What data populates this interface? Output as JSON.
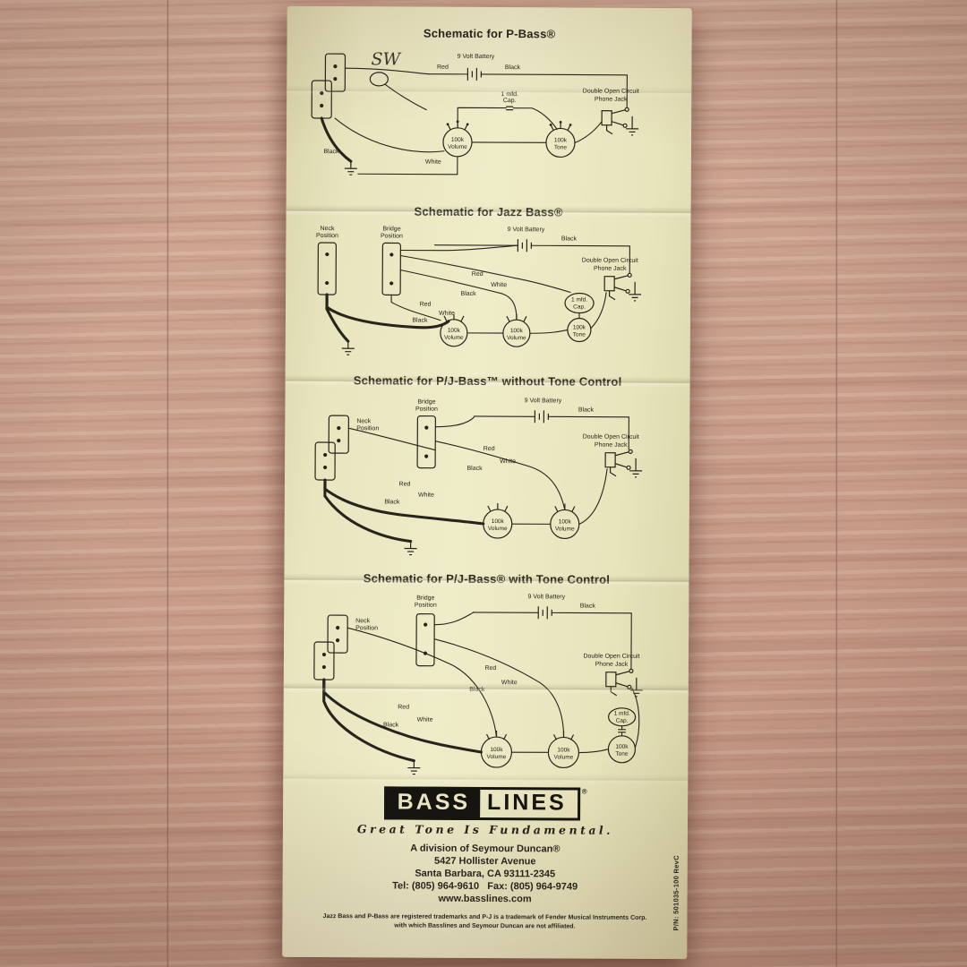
{
  "schematics": [
    {
      "title": "Schematic for P-Bass®",
      "handwritten": "SW",
      "labels": {
        "battery": "9 Volt Battery",
        "red": "Red",
        "black_battery": "Black",
        "jack_line1": "Double Open Circuit",
        "jack_line2": "Phone Jack",
        "cap_line1": "1 mfd.",
        "cap_line2": "Cap.",
        "vol_value": "100k",
        "vol_label": "Volume",
        "tone_value": "100k",
        "tone_label": "Tone",
        "white": "White",
        "black": "Black"
      }
    },
    {
      "title": "Schematic for Jazz Bass®",
      "labels": {
        "neck_line1": "Neck",
        "neck_line2": "Position",
        "bridge_line1": "Bridge",
        "bridge_line2": "Position",
        "battery": "9 Volt Battery",
        "black_battery": "Black",
        "jack_line1": "Double Open Circuit",
        "jack_line2": "Phone Jack",
        "red1": "Red",
        "white1": "White",
        "black1": "Black",
        "red2": "Red",
        "white2": "White",
        "black2": "Black",
        "vol1_value": "100k",
        "vol1_label": "Volume",
        "vol2_value": "100k",
        "vol2_label": "Volume",
        "tone_value": "100k",
        "tone_label": "Tone",
        "cap_line1": "1 mfd.",
        "cap_line2": "Cap."
      }
    },
    {
      "title": "Schematic for P/J-Bass™ without Tone Control",
      "labels": {
        "neck_line1": "Neck",
        "neck_line2": "Position",
        "bridge_line1": "Bridge",
        "bridge_line2": "Position",
        "battery": "9 Volt Battery",
        "black_battery": "Black",
        "jack_line1": "Double Open Circuit",
        "jack_line2": "Phone Jack",
        "red1": "Red",
        "white1": "White",
        "black1": "Black",
        "red2": "Red",
        "white2": "White",
        "black2": "Black",
        "vol1_value": "100k",
        "vol1_label": "Volume",
        "vol2_value": "100k",
        "vol2_label": "Volume"
      }
    },
    {
      "title": "Schematic for P/J-Bass® with Tone Control",
      "labels": {
        "neck_line1": "Neck",
        "neck_line2": "Position",
        "bridge_line1": "Bridge",
        "bridge_line2": "Position",
        "battery": "9 Volt Battery",
        "black_battery": "Black",
        "jack_line1": "Double Open Circuit",
        "jack_line2": "Phone Jack",
        "red1": "Red",
        "white1": "White",
        "black1": "Black",
        "red2": "Red",
        "white2": "White",
        "black2": "Black",
        "vol1_value": "100k",
        "vol1_label": "Volume",
        "vol2_value": "100k",
        "vol2_label": "Volume",
        "tone_value": "100k",
        "tone_label": "Tone",
        "cap_line1": "1 mfd.",
        "cap_line2": "Cap."
      }
    }
  ],
  "footer": {
    "logo_bass": "BASS",
    "logo_lines": "LINES",
    "logo_reg": "®",
    "tagline": "Great Tone Is Fundamental.",
    "division": "A division of Seymour Duncan®",
    "street": "5427 Hollister Avenue",
    "city": "Santa Barbara, CA 93111-2345",
    "tel_fax": "Tel: (805) 964-9610   Fax: (805) 964-9749",
    "website": "www.basslines.com",
    "fineprint_line1": "Jazz Bass and P-Bass are registered trademarks and P-J is a trademark of Fender Musical Instruments Corp.",
    "fineprint_line2": "with which Basslines and Seymour Duncan are not affiliated.",
    "part_number": "P/N: 501035-100 RevC"
  }
}
